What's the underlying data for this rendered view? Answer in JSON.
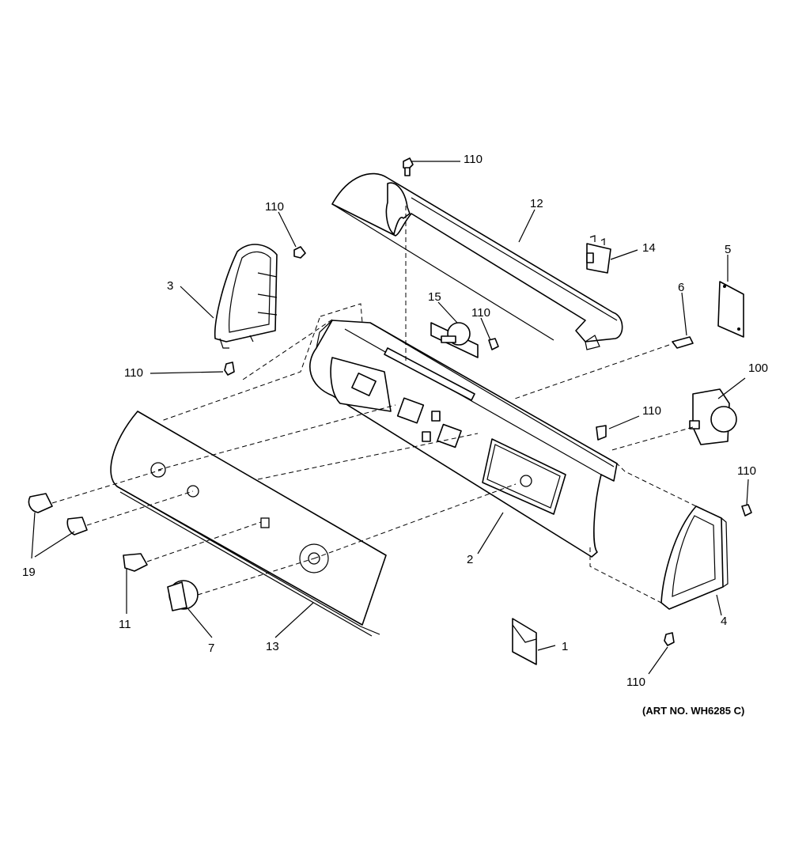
{
  "art_number": "(ART NO. WH6285 C)",
  "callouts": {
    "screw_top": "110",
    "end_cap_left": "3",
    "screw_left_top": "110",
    "screw_left_bottom": "110",
    "top_cover": "12",
    "switch_14": "14",
    "board_5": "5",
    "part_6": "6",
    "motor_15": "15",
    "screw_motor": "110",
    "timer_100": "100",
    "screw_mid": "110",
    "screw_right_top": "110",
    "backsplash_2": "2",
    "end_cap_right": "4",
    "screw_right_bottom": "110",
    "manual_1": "1",
    "knob_19": "19",
    "rocker_11": "11",
    "dial_7": "7",
    "front_panel_13": "13"
  }
}
